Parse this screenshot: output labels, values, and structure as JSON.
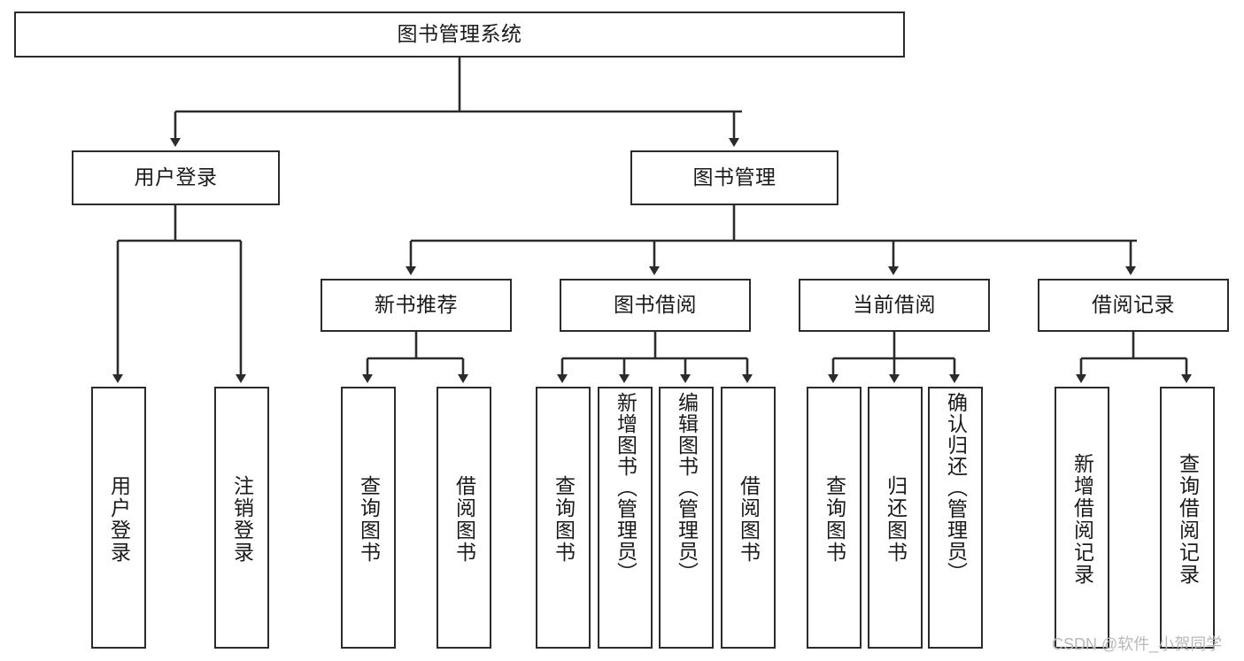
{
  "diagram": {
    "type": "hierarchy-tree",
    "title": "图书管理系统",
    "orientation": "top-down",
    "colors": {
      "background": "#ffffff",
      "node_border": "#2b2b2b",
      "node_fill": "#ffffff",
      "connector": "#2b2b2b",
      "text": "#1a1a1a",
      "watermark": "#b9b9b9"
    },
    "nodes": {
      "root": {
        "label": "图书管理系统",
        "level": 1,
        "text_orientation": "horizontal"
      },
      "l2": [
        {
          "label": "用户登录",
          "level": 2,
          "text_orientation": "horizontal"
        },
        {
          "label": "图书管理",
          "level": 2,
          "text_orientation": "horizontal"
        }
      ],
      "l3": [
        {
          "label": "新书推荐",
          "level": 3,
          "text_orientation": "horizontal",
          "parent": "图书管理"
        },
        {
          "label": "图书借阅",
          "level": 3,
          "text_orientation": "horizontal",
          "parent": "图书管理"
        },
        {
          "label": "当前借阅",
          "level": 3,
          "text_orientation": "horizontal",
          "parent": "图书管理"
        },
        {
          "label": "借阅记录",
          "level": 3,
          "text_orientation": "horizontal",
          "parent": "图书管理"
        }
      ],
      "leaves": [
        {
          "label": "用户登录",
          "parent": "用户登录",
          "text_orientation": "vertical"
        },
        {
          "label": "注销登录",
          "parent": "用户登录",
          "text_orientation": "vertical"
        },
        {
          "label": "查询图书",
          "parent": "新书推荐",
          "text_orientation": "vertical"
        },
        {
          "label": "借阅图书",
          "parent": "新书推荐",
          "text_orientation": "vertical"
        },
        {
          "label": "查询图书",
          "parent": "图书借阅",
          "text_orientation": "vertical"
        },
        {
          "label": "新增图书（管理员）",
          "parent": "图书借阅",
          "text_orientation": "vertical"
        },
        {
          "label": "编辑图书（管理员）",
          "parent": "图书借阅",
          "text_orientation": "vertical"
        },
        {
          "label": "借阅图书",
          "parent": "图书借阅",
          "text_orientation": "vertical"
        },
        {
          "label": "查询图书",
          "parent": "当前借阅",
          "text_orientation": "vertical"
        },
        {
          "label": "归还图书",
          "parent": "当前借阅",
          "text_orientation": "vertical"
        },
        {
          "label": "确认归还（管理员）",
          "parent": "当前借阅",
          "text_orientation": "vertical"
        },
        {
          "label": "新增借阅记录",
          "parent": "借阅记录",
          "text_orientation": "vertical"
        },
        {
          "label": "查询借阅记录",
          "parent": "借阅记录",
          "text_orientation": "vertical"
        }
      ]
    },
    "watermark": "CSDN @软件_小贺同学"
  }
}
